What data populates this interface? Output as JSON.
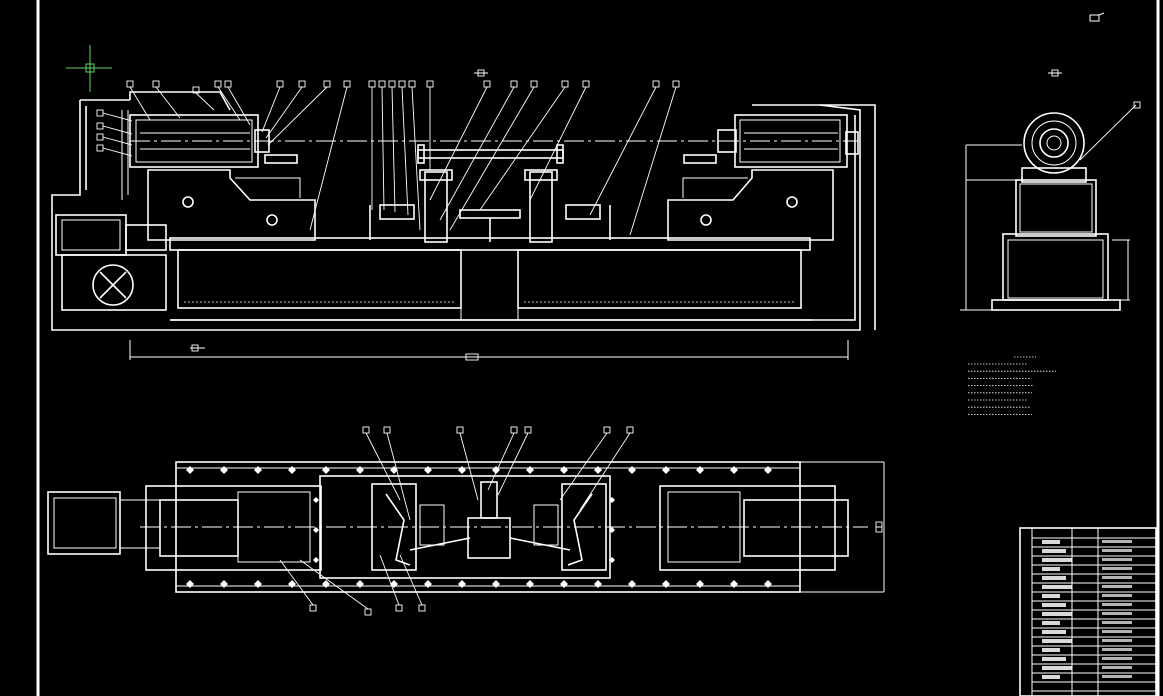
{
  "window": {
    "title": "",
    "background": "#000000",
    "line_color": "#ffffff",
    "cursor_color": "#5fd35f"
  },
  "views": [
    {
      "id": "front-elevation"
    },
    {
      "id": "side-elevation"
    },
    {
      "id": "plan-view"
    }
  ],
  "notes": {
    "lines": []
  },
  "title_block": {
    "rows": []
  }
}
